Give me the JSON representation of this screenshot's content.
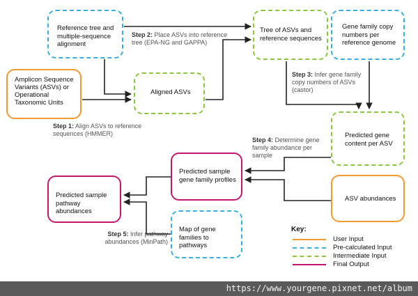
{
  "nodes": {
    "reference_tree": "Reference tree and multiple-sequence alignment",
    "amplicon": "Amplicon Sequence Variants (ASVs) or Operational Taxonomic Units",
    "aligned": "Aligned ASVs",
    "tree_asv": "Tree of ASVs and reference sequences",
    "gene_copy": "Gene family copy numbers per reference genome",
    "predicted_content": "Predicted gene content per ASV",
    "asv_abundances": "ASV abundances",
    "sample_profiles": "Predicted sample gene family profiles",
    "pathway": "Predicted sample pathway abundances",
    "map_gene": "Map of gene families to pathways"
  },
  "steps": {
    "step1": {
      "title": "Step 1:",
      "text": "Align ASVs to reference sequences (HMMER)"
    },
    "step2": {
      "title": "Step 2:",
      "text": "Place ASVs into reference tree (EPA-NG and GAPPA)"
    },
    "step3": {
      "title": "Step 3:",
      "text": "Infer gene family copy numbers of ASVs (castor)"
    },
    "step4": {
      "title": "Step 4:",
      "text": "Determine gene family abundance per sample"
    },
    "step5": {
      "title": "Step 5:",
      "text": "Infer pathway abundances (MinPath)"
    }
  },
  "key": {
    "title": "Key:",
    "items": [
      {
        "label": "User Input",
        "color": "#f39a2e",
        "style": "solid"
      },
      {
        "label": "Pre-calculated Input",
        "color": "#3aaee0",
        "style": "dashed"
      },
      {
        "label": "Intermediate Input",
        "color": "#8cc63f",
        "style": "dashed"
      },
      {
        "label": "Final Output",
        "color": "#c4176c",
        "style": "solid"
      }
    ]
  },
  "watermark": "https://www.yourgene.pixnet.net/album"
}
